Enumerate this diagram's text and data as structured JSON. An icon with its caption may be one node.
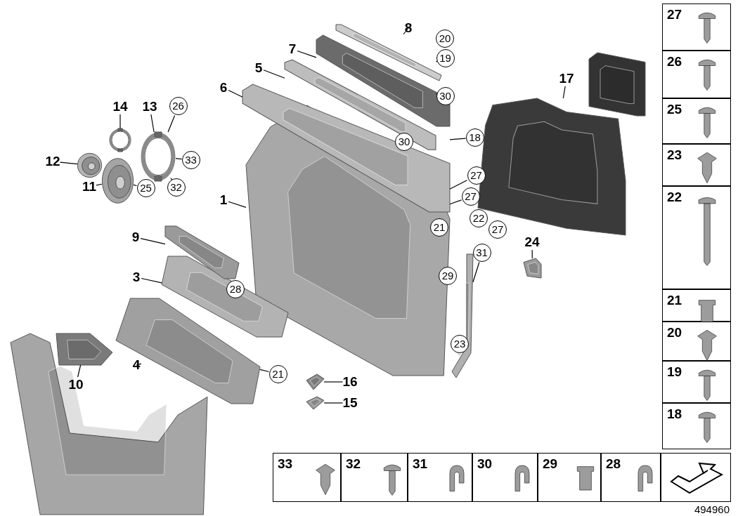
{
  "diagram": {
    "nodes": [
      {
        "text": [
          "1"
        ]
      },
      {
        "text": [],
        "shape": "picture"
      },
      {
        "text": [
          "3"
        ]
      },
      {
        "text": [],
        "shape": "picture"
      },
      {
        "text": [
          "4"
        ]
      },
      {
        "text": [],
        "shape": "picture"
      },
      {
        "text": [
          "5"
        ]
      },
      {
        "text": [],
        "shape": "picture"
      },
      {
        "text": [
          "6"
        ]
      },
      {
        "text": [],
        "shape": "picture"
      },
      {
        "text": [
          "7"
        ]
      },
      {
        "text": [],
        "shape": "picture"
      },
      {
        "text": [
          "8"
        ]
      },
      {
        "text": [],
        "shape": "picture"
      },
      {
        "text": [
          "9"
        ]
      },
      {
        "text": [],
        "shape": "picture"
      },
      {
        "text": [
          "10"
        ]
      },
      {
        "text": [],
        "shape": "picture"
      },
      {
        "text": [
          "11"
        ]
      },
      {
        "text": [],
        "shape": "picture"
      },
      {
        "text": [
          "12"
        ]
      },
      {
        "text": [],
        "shape": "picture"
      },
      {
        "text": [
          "13"
        ]
      },
      {
        "text": [],
        "shape": "picture"
      },
      {
        "text": [
          "14"
        ]
      },
      {
        "text": [],
        "shape": "picture"
      },
      {
        "text": [
          "15"
        ]
      },
      {
        "text": [],
        "shape": "picture"
      },
      {
        "text": [
          "16"
        ]
      },
      {
        "text": [],
        "shape": "picture"
      },
      {
        "text": [
          "17"
        ]
      },
      {
        "text": [],
        "shape": "picture"
      },
      {
        "text": [
          "24"
        ]
      },
      {
        "text": [],
        "shape": "picture"
      },
      {
        "text": [
          "26"
        ]
      },
      {
        "text": [
          "33"
        ]
      },
      {
        "text": [
          "32"
        ]
      },
      {
        "text": [
          "25"
        ]
      },
      {
        "text": [
          "18"
        ]
      },
      {
        "text": [
          "27"
        ]
      },
      {
        "text": [
          "27"
        ]
      },
      {
        "text": [
          "31"
        ]
      },
      {
        "text": [],
        "shape": "picture"
      },
      {
        "text": [
          "19"
        ]
      },
      {
        "text": [
          "30"
        ]
      },
      {
        "text": [
          "21"
        ]
      },
      {
        "text": [],
        "shape": "picture"
      },
      {
        "text": [],
        "shape": "picture"
      }
    ],
    "edges": [
      {
        "from": 0,
        "to": 1,
        "arrow": "none"
      },
      {
        "from": 2,
        "to": 3,
        "arrow": "none"
      },
      {
        "from": 4,
        "to": 5,
        "arrow": "none"
      },
      {
        "from": 6,
        "to": 7,
        "arrow": "none"
      },
      {
        "from": 8,
        "to": 9,
        "arrow": "none"
      },
      {
        "from": 10,
        "to": 11,
        "arrow": "none"
      },
      {
        "from": 12,
        "to": 13,
        "arrow": "none"
      },
      {
        "from": 14,
        "to": 15,
        "arrow": "none"
      },
      {
        "from": 16,
        "to": 17,
        "arrow": "none"
      },
      {
        "from": 18,
        "to": 19,
        "arrow": "none"
      },
      {
        "from": 20,
        "to": 21,
        "arrow": "none"
      },
      {
        "from": 22,
        "to": 23,
        "arrow": "none"
      },
      {
        "from": 24,
        "to": 25,
        "arrow": "none"
      },
      {
        "from": 26,
        "to": 27,
        "arrow": "none"
      },
      {
        "from": 28,
        "to": 29,
        "arrow": "none"
      },
      {
        "from": 30,
        "to": 31,
        "arrow": "none"
      },
      {
        "from": 32,
        "to": 33,
        "arrow": "none"
      },
      {
        "from": 34,
        "to": 23,
        "arrow": "none"
      },
      {
        "from": 35,
        "to": 23,
        "arrow": "none"
      },
      {
        "from": 36,
        "to": 23,
        "arrow": "none"
      },
      {
        "from": 37,
        "to": 19,
        "arrow": "none"
      },
      {
        "from": 38,
        "to": 9,
        "arrow": "none"
      },
      {
        "from": 39,
        "to": 1,
        "arrow": "none"
      },
      {
        "from": 40,
        "to": 1,
        "arrow": "none"
      },
      {
        "from": 41,
        "to": 42,
        "arrow": "none"
      },
      {
        "from": 43,
        "to": 11,
        "arrow": "none"
      },
      {
        "from": 44,
        "to": 11,
        "arrow": "none"
      },
      {
        "from": 45,
        "to": 5,
        "arrow": "none"
      }
    ],
    "labels": [
      "20",
      "30",
      "22",
      "21",
      "27",
      "29",
      "28",
      "23",
      "27",
      "26",
      "25",
      "23",
      "22",
      "21",
      "20",
      "19",
      "18",
      "33",
      "32",
      "31",
      "30",
      "29",
      "28",
      "494960"
    ]
  }
}
